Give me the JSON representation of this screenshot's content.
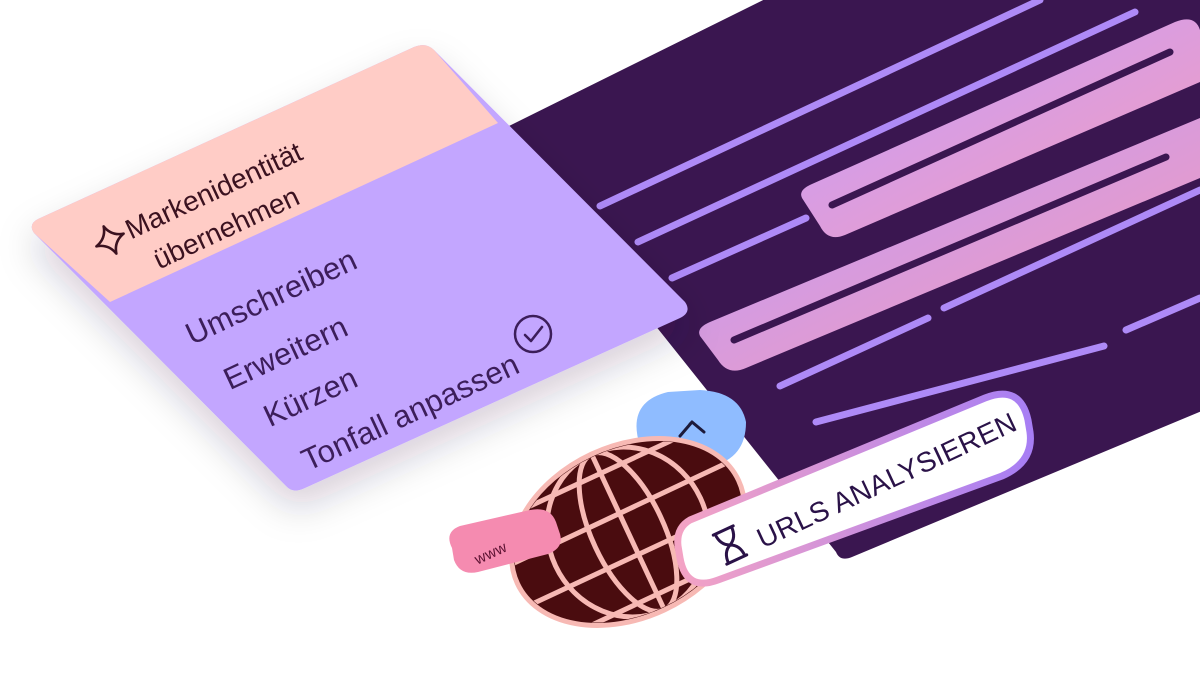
{
  "menu": {
    "header": {
      "line1": "Markenidentität",
      "line2": "übernehmen",
      "icon": "sparkle-icon"
    },
    "items": [
      {
        "label": "Umschreiben"
      },
      {
        "label": "Erweitern"
      },
      {
        "label": "Kürzen"
      },
      {
        "label": "Tonfall anpassen",
        "icon": "check-circle-icon",
        "selected": true
      }
    ]
  },
  "action_chip": {
    "label": "URLS ANALYSIEREN",
    "icon": "hourglass-icon"
  },
  "www_tag": {
    "label": "www"
  },
  "cursor_bubble": {
    "icon": "cursor-icon"
  },
  "globe": {
    "icon": "globe-icon"
  },
  "colors": {
    "document_bg": "#3a1650",
    "doc_line": "#b08cff",
    "highlight_start": "#c09cff",
    "highlight_end": "#f59ab8",
    "menu_bg": "#c3a6ff",
    "menu_header_bg": "#ffccc6",
    "globe_fill": "#4a0c0f",
    "globe_lines": "#f7b9b4",
    "bubble_bg": "#8fbcff",
    "www_bg": "#f58bb0",
    "chip_border": "#b88af5"
  }
}
